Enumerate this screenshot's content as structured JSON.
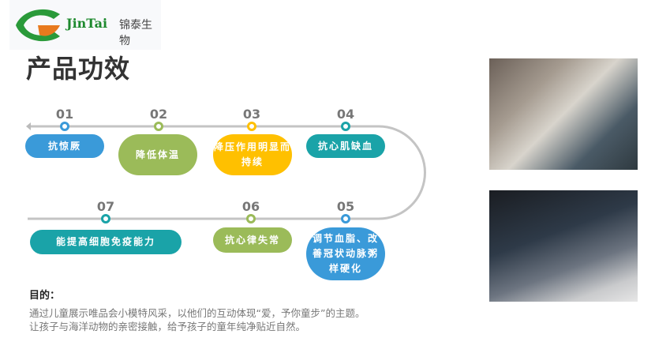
{
  "logo": {
    "brand": "JinTai",
    "cn": "锦泰生物"
  },
  "title": "产品功效",
  "steps": [
    {
      "num": "01",
      "label": "抗惊厥",
      "color": "#3a9ad9"
    },
    {
      "num": "02",
      "label": "降低体温",
      "color": "#9bbb59"
    },
    {
      "num": "03",
      "label": "降压作用明显而持续",
      "color": "#ffc000"
    },
    {
      "num": "04",
      "label": "抗心肌缺血",
      "color": "#1aa3a8"
    },
    {
      "num": "05",
      "label": "调节血脂、改善冠状动脉粥样硬化",
      "color": "#3a9ad9"
    },
    {
      "num": "06",
      "label": "抗心律失常",
      "color": "#9bbb59"
    },
    {
      "num": "07",
      "label": "能提高细胞免疫能力",
      "color": "#1aa3a8"
    }
  ],
  "purpose": {
    "heading": "目的：",
    "text": "通过儿童展示唯品会小模特风采，以他们的互动体现“爱，予你童步”的主题。让孩子与海洋动物的亲密接触，给予孩子的童年纯净贴近自然。"
  }
}
